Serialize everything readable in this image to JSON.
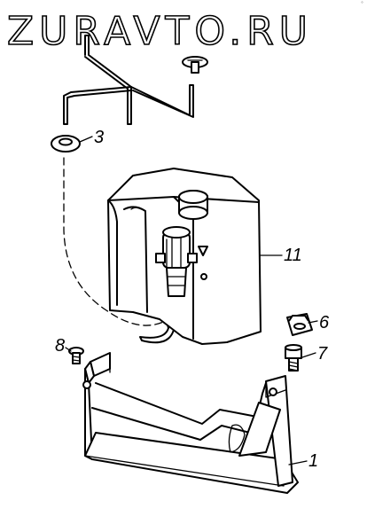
{
  "watermark": "ZURAVTO.RU",
  "corner_mark": "°",
  "callouts": {
    "bracket": "1",
    "washer": "3",
    "nut": "6",
    "bolt": "7",
    "screw": "8",
    "tank": "11"
  }
}
